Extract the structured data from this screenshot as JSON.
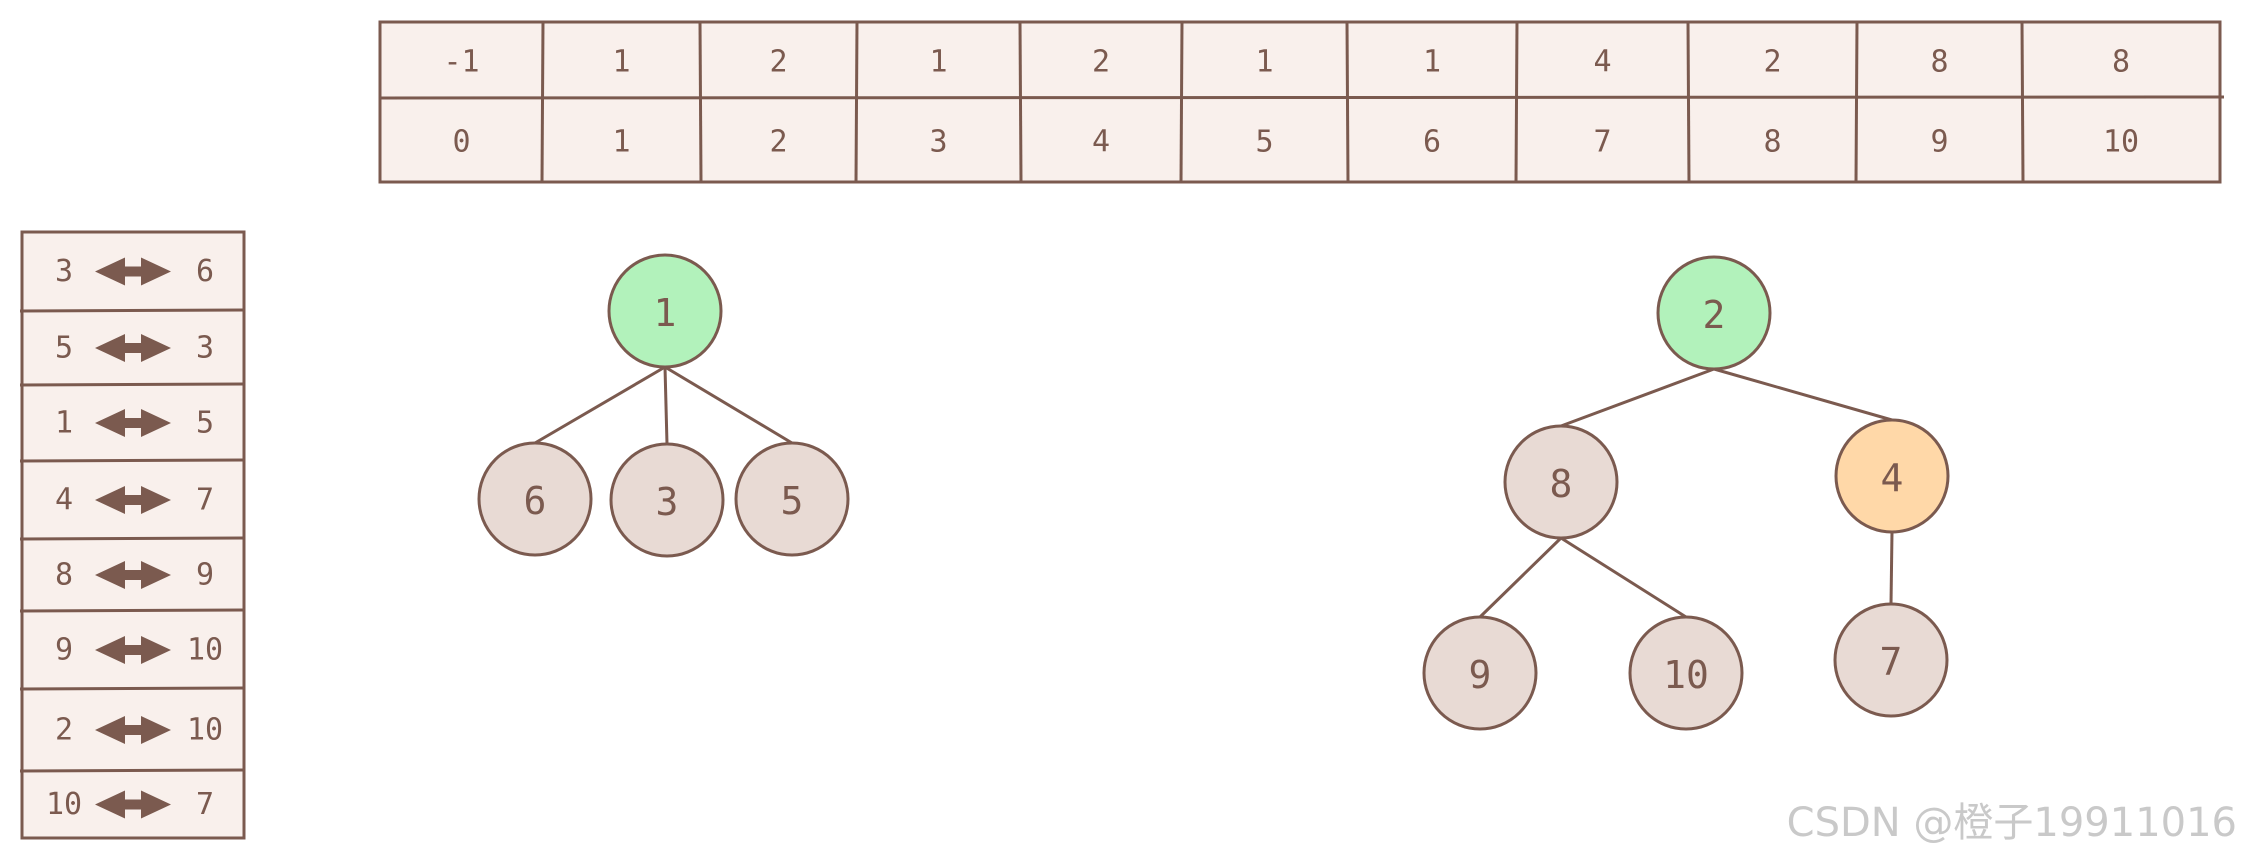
{
  "colors": {
    "stroke": "#7b5a4f",
    "cell_fill": "#f9f0ec",
    "node_fill": "#e8dad4",
    "root_fill": "#b2f2bb",
    "highlight_fill": "#ffd8a8",
    "text": "#7b5a4f",
    "watermark": "#c9c9c9"
  },
  "array": {
    "values": [
      "-1",
      "1",
      "2",
      "1",
      "2",
      "1",
      "1",
      "4",
      "2",
      "8",
      "8"
    ],
    "indices": [
      "0",
      "1",
      "2",
      "3",
      "4",
      "5",
      "6",
      "7",
      "8",
      "9",
      "10"
    ]
  },
  "pairs": [
    {
      "left": "3",
      "right": "6"
    },
    {
      "left": "5",
      "right": "3"
    },
    {
      "left": "1",
      "right": "5"
    },
    {
      "left": "4",
      "right": "7"
    },
    {
      "left": "8",
      "right": "9"
    },
    {
      "left": "9",
      "right": "10"
    },
    {
      "left": "2",
      "right": "10"
    },
    {
      "left": "10",
      "right": "7"
    }
  ],
  "trees": [
    {
      "nodes": [
        {
          "id": "n1",
          "label": "1",
          "role": "root"
        },
        {
          "id": "n6",
          "label": "6",
          "role": "normal"
        },
        {
          "id": "n3",
          "label": "3",
          "role": "normal"
        },
        {
          "id": "n5",
          "label": "5",
          "role": "normal"
        }
      ],
      "edges": [
        [
          "n1",
          "n6"
        ],
        [
          "n1",
          "n3"
        ],
        [
          "n1",
          "n5"
        ]
      ]
    },
    {
      "nodes": [
        {
          "id": "n2",
          "label": "2",
          "role": "root"
        },
        {
          "id": "n8",
          "label": "8",
          "role": "normal"
        },
        {
          "id": "n4",
          "label": "4",
          "role": "highlight"
        },
        {
          "id": "n9",
          "label": "9",
          "role": "normal"
        },
        {
          "id": "n10",
          "label": "10",
          "role": "normal"
        },
        {
          "id": "n7",
          "label": "7",
          "role": "normal"
        }
      ],
      "edges": [
        [
          "n2",
          "n8"
        ],
        [
          "n2",
          "n4"
        ],
        [
          "n8",
          "n9"
        ],
        [
          "n8",
          "n10"
        ],
        [
          "n4",
          "n7"
        ]
      ]
    }
  ],
  "watermark": "CSDN @橙子19911016"
}
